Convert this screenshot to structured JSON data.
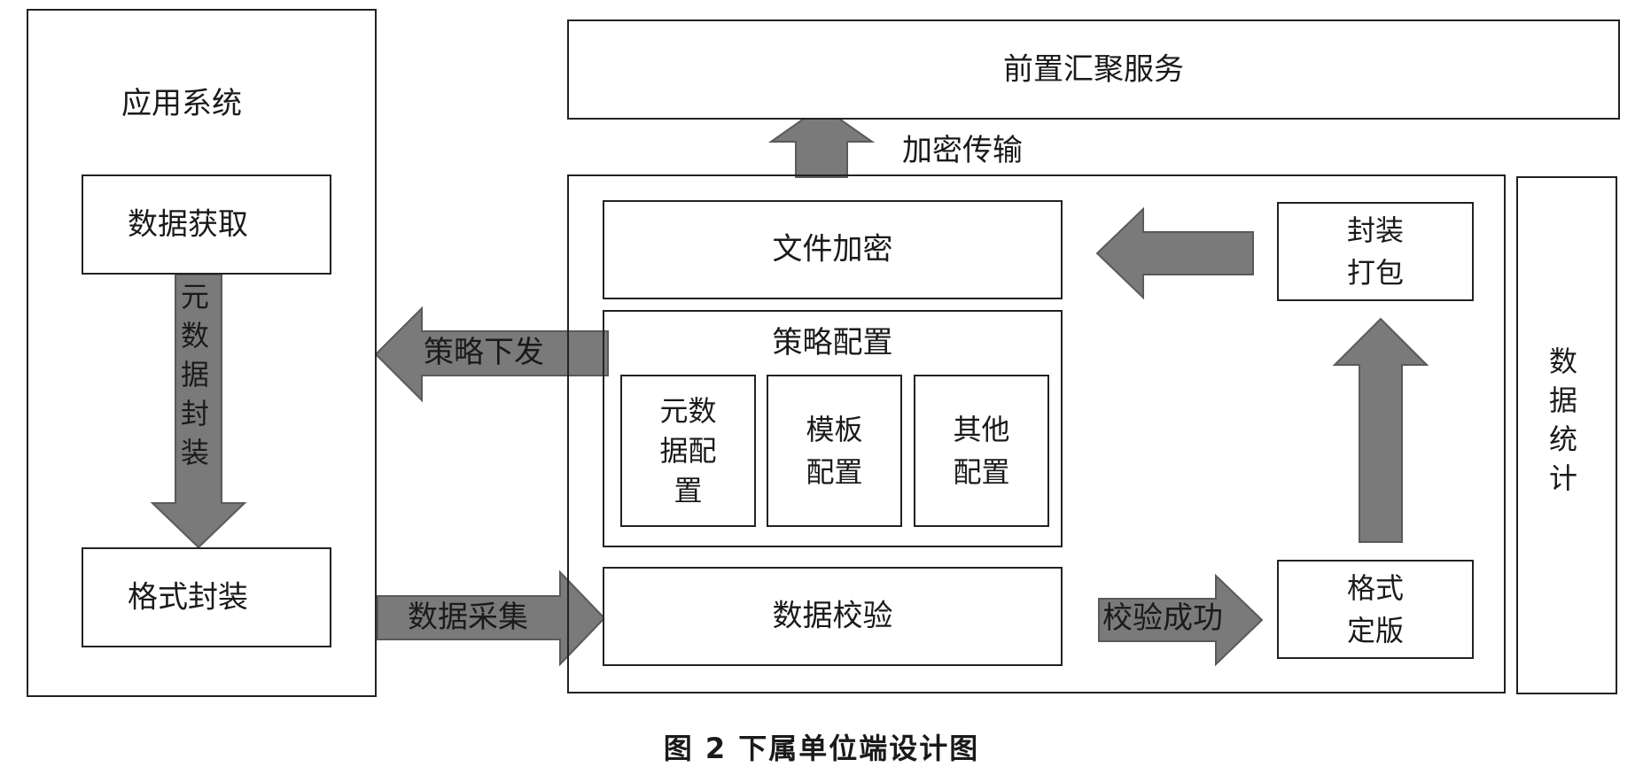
{
  "left_panel": {
    "title": "应用系统",
    "data_acquisition": "数据获取",
    "metadata_packaging": "元数据封装",
    "format_packaging": "格式封装"
  },
  "top": {
    "front_aggregation": "前置汇聚服务",
    "encrypted_transfer": "加密传输"
  },
  "main": {
    "file_encryption": "文件加密",
    "package": "封装\n打包",
    "strategy_config": {
      "title": "策略配置",
      "items": [
        "元数\n据配\n置",
        "模板\n配置",
        "其他\n配置"
      ]
    },
    "data_verification": "数据校验",
    "format_layout": "格式\n定版",
    "verify_success": "校验成功"
  },
  "right_panel": {
    "data_statistics": "数据统计"
  },
  "arrows": {
    "strategy_dispatch": "策略下发",
    "data_collection": "数据采集"
  },
  "caption": "图 2  下属单位端设计图",
  "colors": {
    "arrow_fill": "#7a7a7a",
    "arrow_stroke": "#5a5a5a",
    "border": "#222222"
  }
}
